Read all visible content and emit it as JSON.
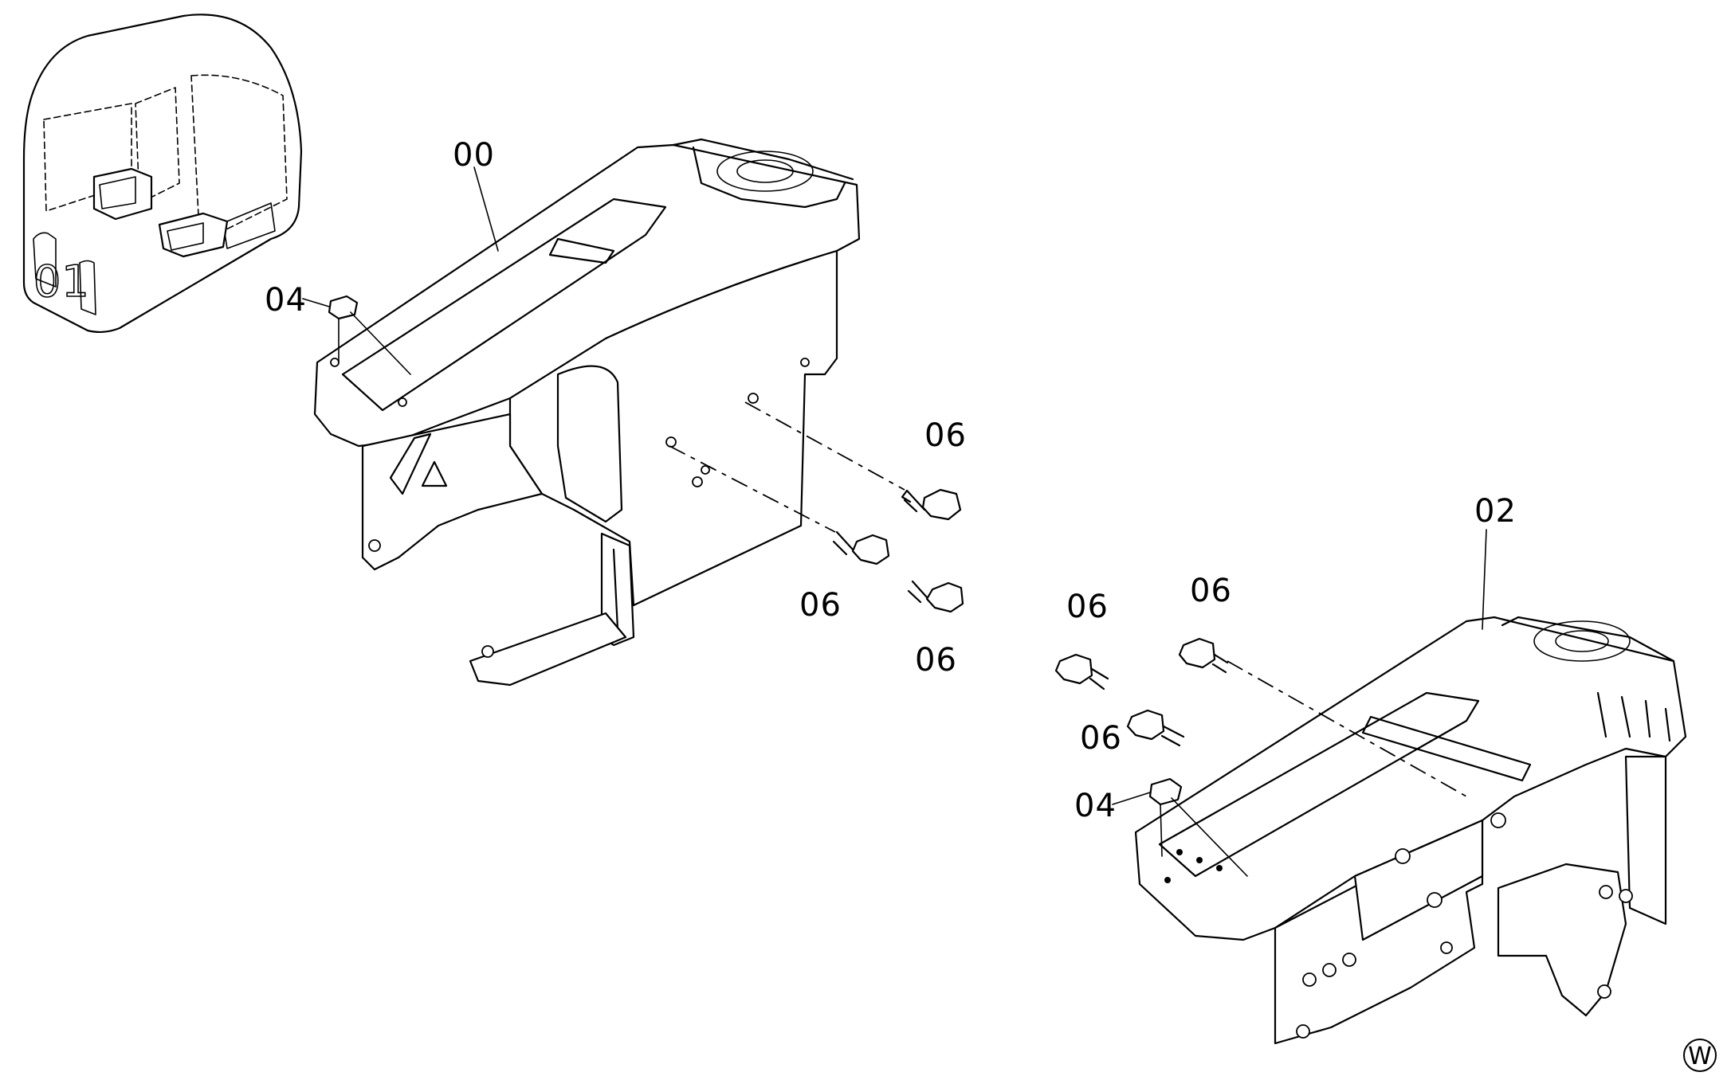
{
  "callouts": [
    {
      "key": "console_left",
      "text": "00"
    },
    {
      "key": "console_right",
      "text": "02"
    },
    {
      "key": "clip_left",
      "text": "04"
    },
    {
      "key": "clip_right",
      "text": "04"
    },
    {
      "key": "bolt_a",
      "text": "06"
    },
    {
      "key": "bolt_b",
      "text": "06"
    },
    {
      "key": "bolt_c",
      "text": "06"
    },
    {
      "key": "bolt_d",
      "text": "06"
    },
    {
      "key": "bolt_e",
      "text": "06"
    },
    {
      "key": "bolt_f",
      "text": "06"
    }
  ],
  "corner_mark": "W",
  "inset": {
    "text": "01"
  }
}
